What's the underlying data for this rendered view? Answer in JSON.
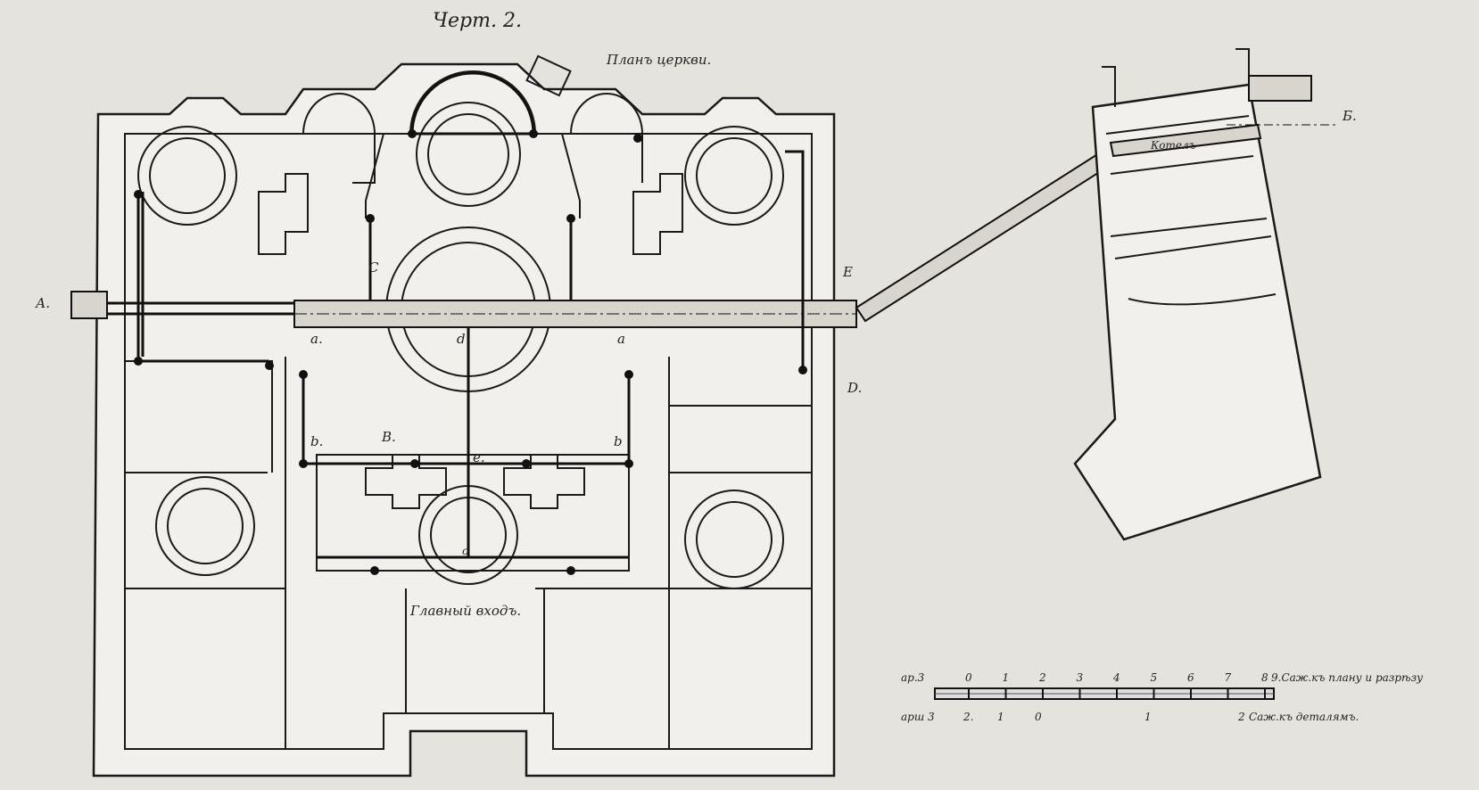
{
  "title": "Черт. 2.",
  "plan_title": "Планъ церкви.",
  "labels": {
    "A": "А.",
    "B_right": "Б.",
    "C": "C",
    "E": "E",
    "D": "D.",
    "B": "B.",
    "a_left": "a.",
    "d": "d",
    "a_right": "a",
    "b_left": "b.",
    "e": "e.",
    "b_right": "b",
    "c": "c",
    "boiler": "Котелъ",
    "main_entrance": "Главный входъ."
  },
  "scale_top": {
    "prefix": "ар.3",
    "ticks": [
      "0",
      "1",
      "2",
      "3",
      "4",
      "5",
      "6",
      "7",
      "8"
    ],
    "suffix": "9.Саж.къ плану и разрѣзу"
  },
  "scale_bottom": {
    "ticks": [
      "арш 3",
      "2.",
      "1",
      "0",
      "1",
      "2"
    ],
    "suffix": "Саж.къ деталямъ."
  }
}
